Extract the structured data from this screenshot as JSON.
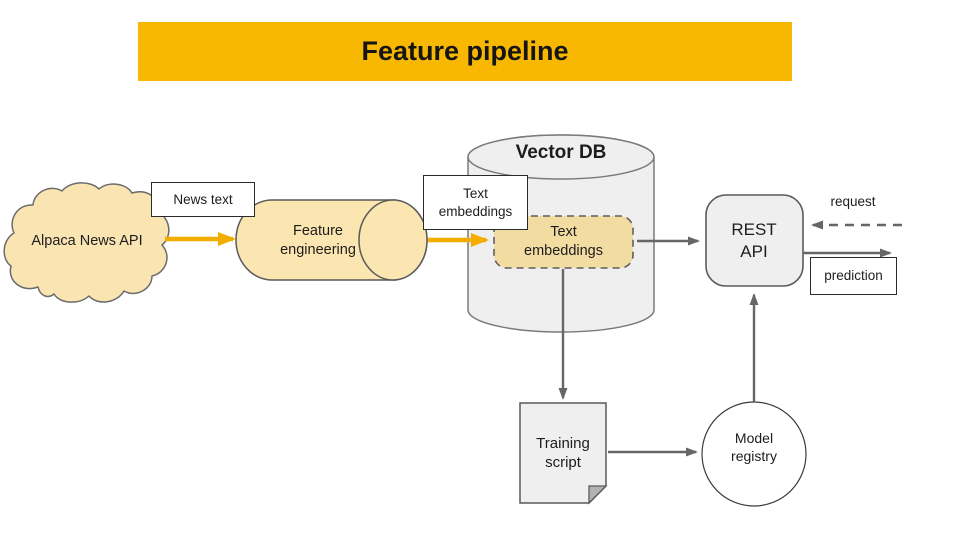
{
  "title": "Feature pipeline",
  "nodes": {
    "alpaca_news_api": "Alpaca News API",
    "feature_engineering": "Feature engineering",
    "vector_db": "Vector DB",
    "text_embeddings_store": "Text embeddings",
    "rest_api": "REST API",
    "training_script": "Training script",
    "model_registry": "Model registry"
  },
  "labels": {
    "news_text": "News text",
    "text_embeddings": "Text embeddings",
    "request": "request",
    "prediction": "prediction"
  },
  "colors": {
    "banner_gold": "#F8B802",
    "yellow_arrow": "#F2AE00",
    "node_light_yellow": "#FAE5B2",
    "embeddings_tan": "#F2DCA2",
    "node_light_gray": "#EFEFEF",
    "arrow_gray": "#666666"
  }
}
